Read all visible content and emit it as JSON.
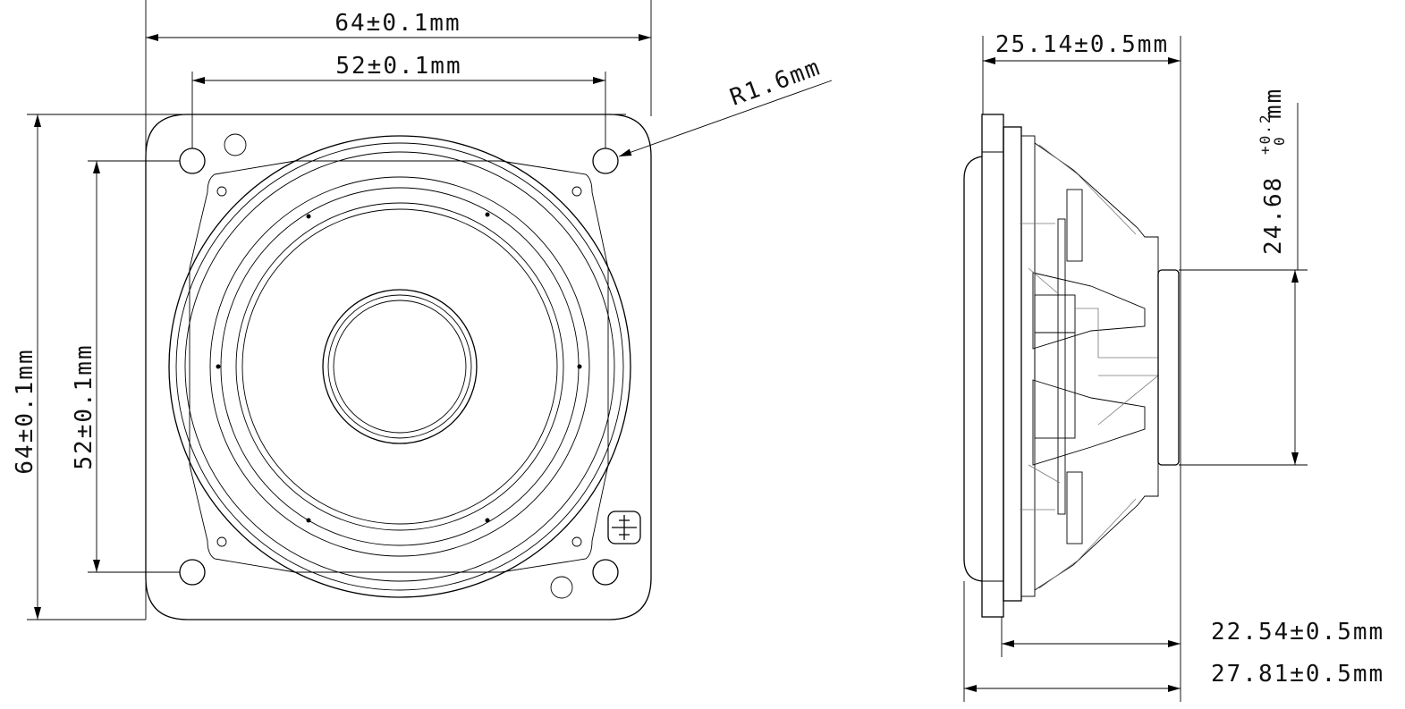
{
  "front_view": {
    "width_label": "64±0.1mm",
    "hole_spacing_label": "52±0.1mm",
    "height_label": "64±0.1mm",
    "hole_spacing_vertical_label": "52±0.1mm",
    "radius_label": "R1.6mm"
  },
  "side_view": {
    "depth_label": "25.14±0.5mm",
    "magnet_diameter_label": "24.68",
    "magnet_tolerance_upper": "+0.2",
    "magnet_tolerance_lower": "0",
    "magnet_unit": "mm",
    "mount_depth_label": "22.54±0.5mm",
    "total_depth_label": "27.81±0.5mm"
  }
}
